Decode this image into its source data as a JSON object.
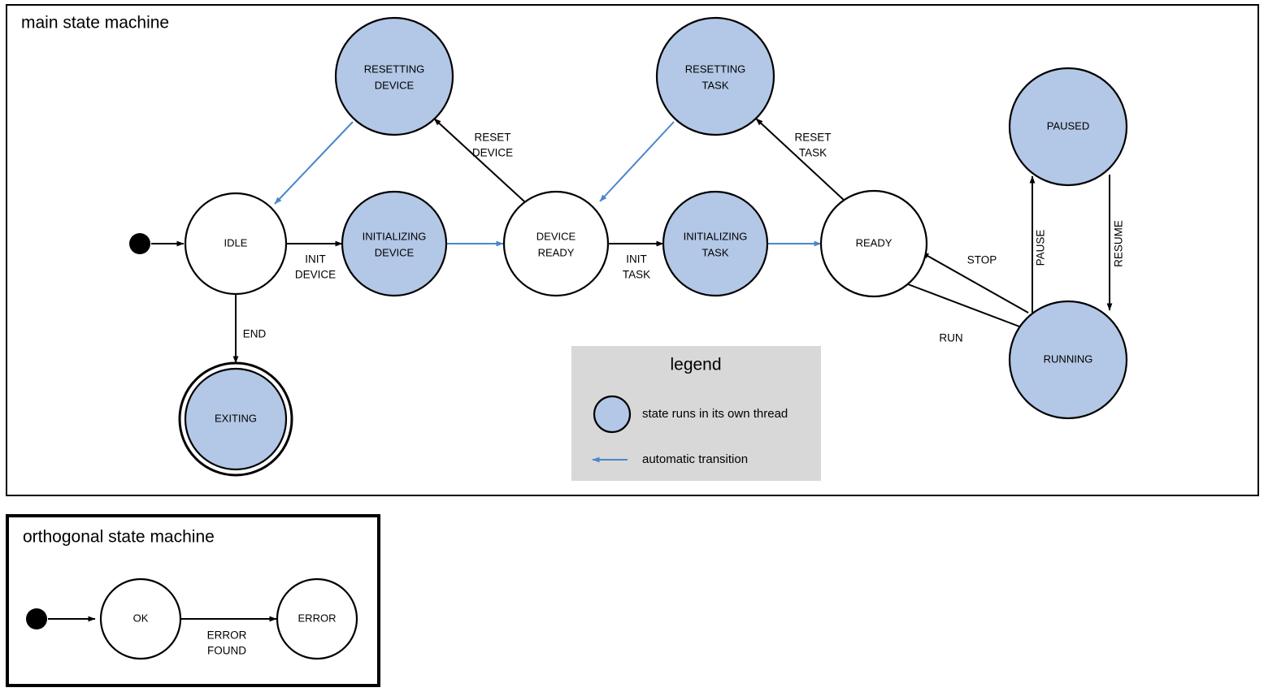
{
  "colors": {
    "thread_state_fill": "#b3c7e6",
    "plain_state_fill": "#ffffff",
    "stroke": "#000000",
    "auto_transition": "#4a86c8",
    "legend_bg": "#d8d8d8",
    "page_bg": "#ffffff"
  },
  "main_frame": {
    "title": "main state machine",
    "states": [
      {
        "id": "idle",
        "label_line1": "IDLE",
        "label_line2": "",
        "threaded": false,
        "final": false
      },
      {
        "id": "resetting-device",
        "label_line1": "RESETTING",
        "label_line2": "DEVICE",
        "threaded": true,
        "final": false
      },
      {
        "id": "initializing-device",
        "label_line1": "INITIALIZING",
        "label_line2": "DEVICE",
        "threaded": true,
        "final": false
      },
      {
        "id": "device-ready",
        "label_line1": "DEVICE",
        "label_line2": "READY",
        "threaded": false,
        "final": false
      },
      {
        "id": "resetting-task",
        "label_line1": "RESETTING",
        "label_line2": "TASK",
        "threaded": true,
        "final": false
      },
      {
        "id": "initializing-task",
        "label_line1": "INITIALIZING",
        "label_line2": "TASK",
        "threaded": true,
        "final": false
      },
      {
        "id": "ready",
        "label_line1": "READY",
        "label_line2": "",
        "threaded": false,
        "final": false
      },
      {
        "id": "paused",
        "label_line1": "PAUSED",
        "label_line2": "",
        "threaded": true,
        "final": false
      },
      {
        "id": "running",
        "label_line1": "RUNNING",
        "label_line2": "",
        "threaded": true,
        "final": false
      },
      {
        "id": "exiting",
        "label_line1": "EXITING",
        "label_line2": "",
        "threaded": true,
        "final": true
      }
    ],
    "transitions": [
      {
        "from": "start",
        "to": "idle",
        "label_line1": "",
        "label_line2": "",
        "automatic": false
      },
      {
        "from": "idle",
        "to": "initializing-device",
        "label_line1": "INIT",
        "label_line2": "DEVICE",
        "automatic": false
      },
      {
        "from": "initializing-device",
        "to": "device-ready",
        "label_line1": "",
        "label_line2": "",
        "automatic": true
      },
      {
        "from": "device-ready",
        "to": "resetting-device",
        "label_line1": "RESET",
        "label_line2": "DEVICE",
        "automatic": false
      },
      {
        "from": "resetting-device",
        "to": "idle",
        "label_line1": "",
        "label_line2": "",
        "automatic": true
      },
      {
        "from": "device-ready",
        "to": "initializing-task",
        "label_line1": "INIT",
        "label_line2": "TASK",
        "automatic": false
      },
      {
        "from": "initializing-task",
        "to": "ready",
        "label_line1": "",
        "label_line2": "",
        "automatic": true
      },
      {
        "from": "ready",
        "to": "resetting-task",
        "label_line1": "RESET",
        "label_line2": "TASK",
        "automatic": false
      },
      {
        "from": "resetting-task",
        "to": "device-ready",
        "label_line1": "",
        "label_line2": "",
        "automatic": true
      },
      {
        "from": "ready",
        "to": "running",
        "label_line1": "RUN",
        "label_line2": "",
        "automatic": false
      },
      {
        "from": "running",
        "to": "ready",
        "label_line1": "STOP",
        "label_line2": "",
        "automatic": false
      },
      {
        "from": "running",
        "to": "paused",
        "label_line1": "PAUSE",
        "label_line2": "",
        "automatic": false
      },
      {
        "from": "paused",
        "to": "running",
        "label_line1": "RESUME",
        "label_line2": "",
        "automatic": false
      },
      {
        "from": "idle",
        "to": "exiting",
        "label_line1": "END",
        "label_line2": "",
        "automatic": false
      }
    ],
    "labels": {
      "idle": "IDLE",
      "resetting_device_1": "RESETTING",
      "resetting_device_2": "DEVICE",
      "initializing_device_1": "INITIALIZING",
      "initializing_device_2": "DEVICE",
      "device_ready_1": "DEVICE",
      "device_ready_2": "READY",
      "resetting_task_1": "RESETTING",
      "resetting_task_2": "TASK",
      "initializing_task_1": "INITIALIZING",
      "initializing_task_2": "TASK",
      "ready": "READY",
      "paused": "PAUSED",
      "running": "RUNNING",
      "exiting": "EXITING",
      "init_device_1": "INIT",
      "init_device_2": "DEVICE",
      "reset_device_1": "RESET",
      "reset_device_2": "DEVICE",
      "init_task_1": "INIT",
      "init_task_2": "TASK",
      "reset_task_1": "RESET",
      "reset_task_2": "TASK",
      "run": "RUN",
      "stop": "STOP",
      "pause": "PAUSE",
      "resume": "RESUME",
      "end": "END"
    }
  },
  "legend": {
    "title": "legend",
    "items": [
      {
        "symbol": "blue-circle",
        "text": "state runs in its own thread"
      },
      {
        "symbol": "blue-arrow",
        "text": "automatic transition"
      }
    ],
    "item_thread_text": "state runs in its own thread",
    "item_auto_text": "automatic transition"
  },
  "orthogonal_frame": {
    "title": "orthogonal state machine",
    "states": [
      {
        "id": "ok",
        "label": "OK"
      },
      {
        "id": "error",
        "label": "ERROR"
      }
    ],
    "transitions": [
      {
        "from": "start",
        "to": "ok",
        "label_line1": "",
        "label_line2": ""
      },
      {
        "from": "ok",
        "to": "error",
        "label_line1": "ERROR",
        "label_line2": "FOUND"
      }
    ],
    "labels": {
      "ok": "OK",
      "error": "ERROR",
      "error_found_1": "ERROR",
      "error_found_2": "FOUND"
    }
  }
}
